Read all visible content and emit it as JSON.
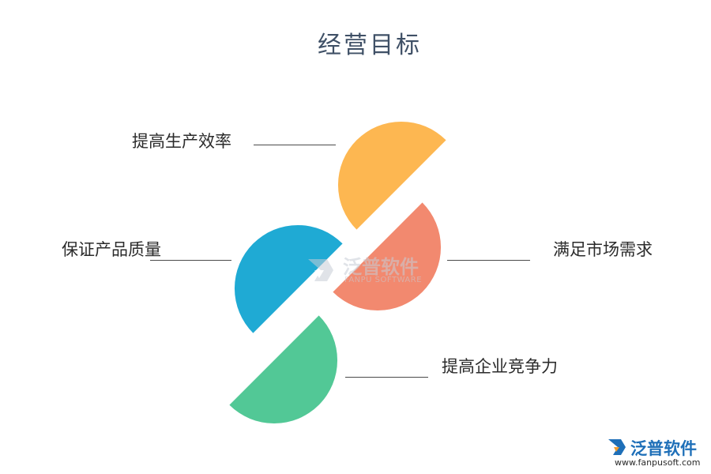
{
  "title": "经营目标",
  "goals": [
    {
      "label": "提高生产效率",
      "color": "#FDB751"
    },
    {
      "label": "满足市场需求",
      "color": "#F2896F"
    },
    {
      "label": "保证产品质量",
      "color": "#1FAAD4"
    },
    {
      "label": "提高企业竞争力",
      "color": "#52C896"
    }
  ],
  "watermark": {
    "name": "泛普软件",
    "subtitle": "FANPU SOFTWARE"
  },
  "logo": {
    "name": "泛普软件",
    "url": "www.fanpusoft.com"
  }
}
